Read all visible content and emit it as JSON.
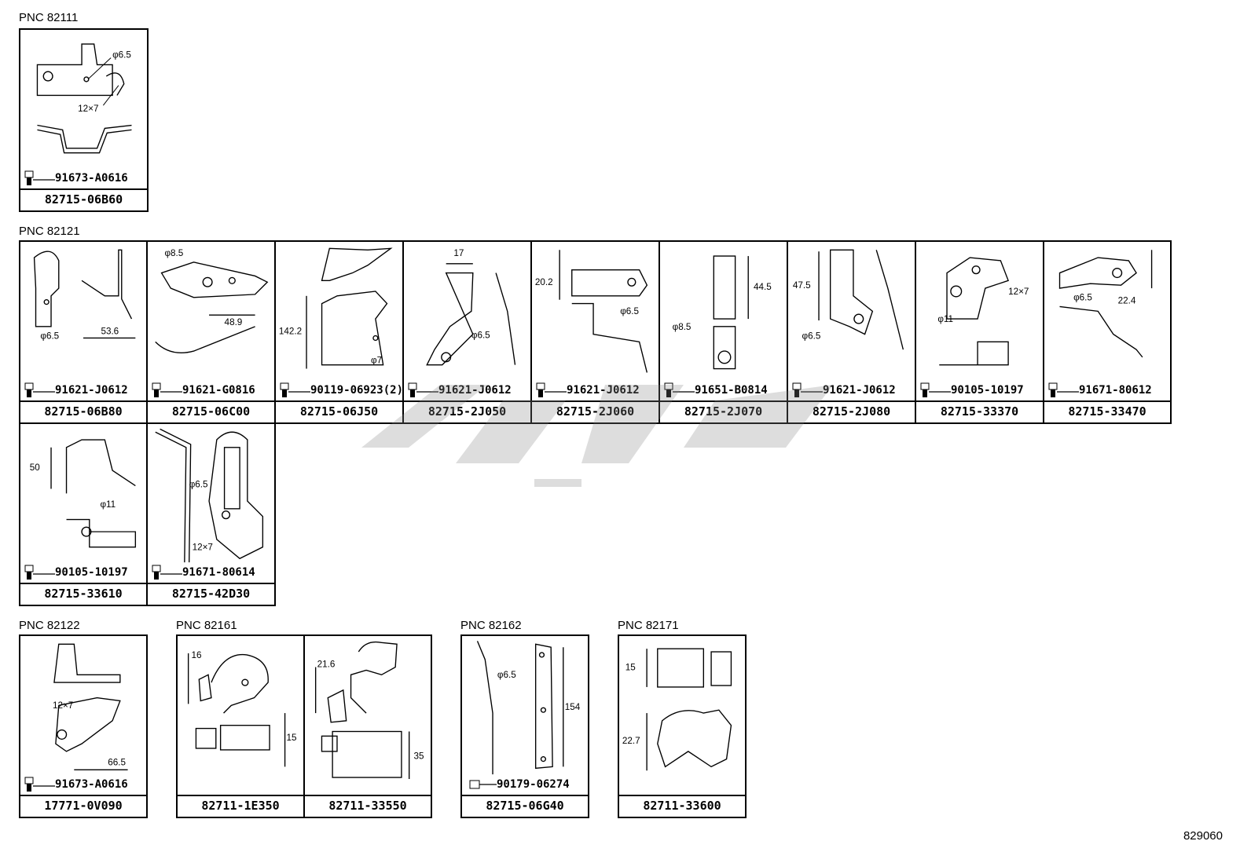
{
  "sections": [
    {
      "label": "PNC 82111",
      "cells": [
        {
          "part": "82715-06B60",
          "bolt": "91673-A0616",
          "dims": [
            "φ6.5",
            "12×7"
          ]
        }
      ]
    },
    {
      "label": "PNC 82121",
      "cells": [
        {
          "part": "82715-06B80",
          "bolt": "91621-J0612",
          "dims": [
            "φ6.5",
            "53.6"
          ]
        },
        {
          "part": "82715-06C00",
          "bolt": "91621-G0816",
          "dims": [
            "φ8.5",
            "48.9"
          ]
        },
        {
          "part": "82715-06J50",
          "bolt": "90119-06923(2)",
          "dims": [
            "142.2",
            "φ7"
          ]
        },
        {
          "part": "82715-2J050",
          "bolt": "91621-J0612",
          "dims": [
            "17",
            "φ6.5"
          ]
        },
        {
          "part": "82715-2J060",
          "bolt": "91621-J0612",
          "dims": [
            "20.2",
            "φ6.5"
          ]
        },
        {
          "part": "82715-2J070",
          "bolt": "91651-B0814",
          "dims": [
            "44.5",
            "φ8.5"
          ]
        },
        {
          "part": "82715-2J080",
          "bolt": "91621-J0612",
          "dims": [
            "47.5",
            "φ6.5"
          ]
        },
        {
          "part": "82715-33370",
          "bolt": "90105-10197",
          "dims": [
            "12×7",
            "φ11"
          ]
        },
        {
          "part": "82715-33470",
          "bolt": "91671-80612",
          "dims": [
            "φ6.5",
            "22.4"
          ]
        },
        {
          "part": "82715-33610",
          "bolt": "90105-10197",
          "dims": [
            "50",
            "φ11"
          ]
        },
        {
          "part": "82715-42D30",
          "bolt": "91671-80614",
          "dims": [
            "φ6.5",
            "12×7"
          ]
        }
      ]
    },
    {
      "label": "PNC 82122",
      "cells": [
        {
          "part": "17771-0V090",
          "bolt": "91673-A0616",
          "dims": [
            "12×7",
            "66.5"
          ]
        }
      ]
    },
    {
      "label": "PNC 82161",
      "cells": [
        {
          "part": "82711-1E350",
          "bolt": "",
          "dims": [
            "16",
            "15"
          ]
        },
        {
          "part": "82711-33550",
          "bolt": "",
          "dims": [
            "21.6",
            "35"
          ]
        }
      ]
    },
    {
      "label": "PNC 82162",
      "cells": [
        {
          "part": "82715-06G40",
          "bolt": "90179-06274",
          "dims": [
            "φ6.5",
            "154"
          ]
        }
      ]
    },
    {
      "label": "PNC 82171",
      "cells": [
        {
          "part": "82711-33600",
          "bolt": "",
          "dims": [
            "15",
            "22.7"
          ]
        }
      ]
    }
  ],
  "ref_code": "829060",
  "icons": {
    "bolt": "bolt-icon",
    "nut": "nut-icon",
    "clip": "clip-icon"
  },
  "colors": {
    "line": "#000000",
    "watermark": "#888888"
  }
}
